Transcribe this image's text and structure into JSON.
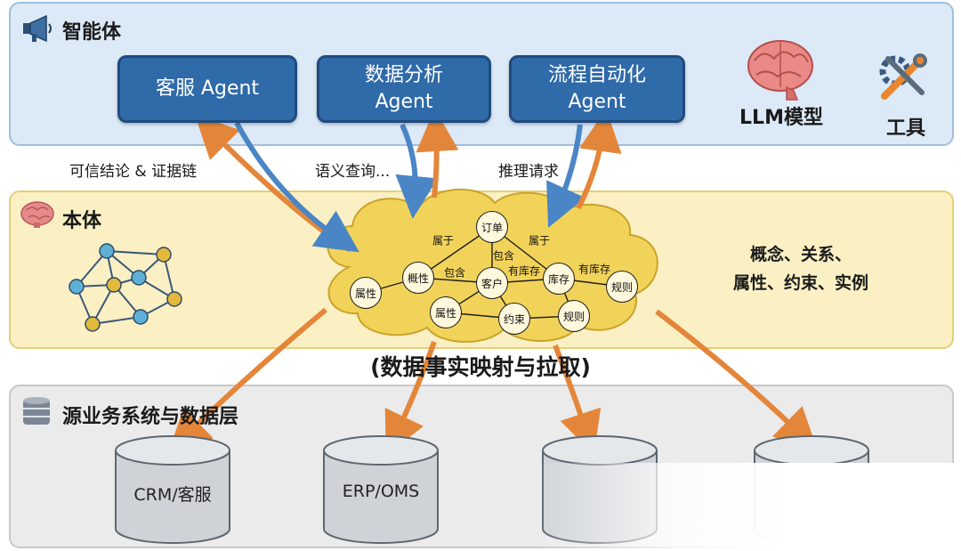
{
  "colors": {
    "agent_fill": "#2f6aa9",
    "agents_layer": "#dce9f6",
    "ontology_layer": "#fbf0c4",
    "data_layer": "#ebebeb",
    "arrow_orange": "#e4863a",
    "arrow_blue": "#4a86c6",
    "cloud_fill": "#f2d35a"
  },
  "agents_layer": {
    "title": "智能体",
    "icon": "megaphone-icon",
    "agents": [
      {
        "line1": "客服 Agent",
        "line2": ""
      },
      {
        "line1": "数据分析",
        "line2": "Agent"
      },
      {
        "line1": "流程自动化",
        "line2": "Agent"
      }
    ],
    "llm_label": "LLM模型",
    "llm_icon": "brain-icon",
    "tools_label": "工具",
    "tools_icon": "tools-icon"
  },
  "flows": {
    "left": "可信结论 & 证据链",
    "middle": "语义查询...",
    "right": "推理请求"
  },
  "ontology_layer": {
    "title": "本体",
    "icon": "brain-icon",
    "concepts_line1": "概念、关系、",
    "concepts_line2": "属性、约束、实例",
    "graph_icon": "network-graph-icon",
    "cloud": {
      "nodes": [
        "订单",
        "属性",
        "概性",
        "客户",
        "库存",
        "规则",
        "属性",
        "约束",
        "规则"
      ],
      "edge_labels": [
        "属于",
        "属于",
        "包含",
        "包含",
        "有库存",
        "有库存"
      ]
    }
  },
  "mapping_caption": "(数据事实映射与拉取)",
  "data_layer": {
    "title": "源业务系统与数据层",
    "icon": "database-icon",
    "databases": [
      "CRM/客服",
      "ERP/OMS",
      "",
      ""
    ]
  }
}
